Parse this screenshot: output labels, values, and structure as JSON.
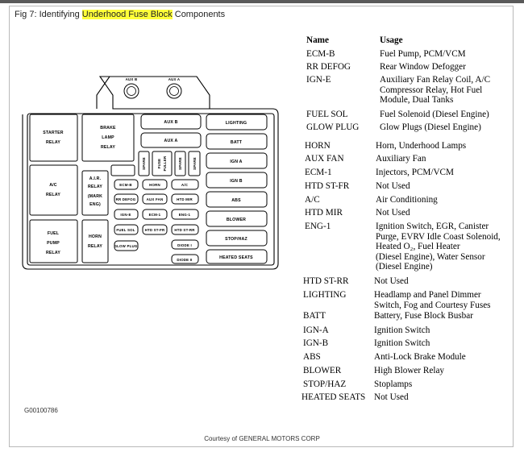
{
  "figure": {
    "title_before": "Fig 7: Identifying ",
    "title_highlight": "Underhood Fuse Block",
    "title_after": " Components",
    "highlight_color": "#ffff3a",
    "code": "G00100786",
    "courtesy": "Courtesy of GENERAL MOTORS CORP"
  },
  "diagram": {
    "aux_b_top": "AUX B",
    "aux_a_top": "AUX A",
    "starter_1": "STARTER",
    "starter_2": "RELAY",
    "brake_1": "BRAKE",
    "brake_2": "LAMP",
    "brake_3": "RELAY",
    "ac_1": "A/C",
    "ac_2": "RELAY",
    "air_1": "A.I.R.",
    "air_2": "RELAY",
    "air_3": "(MARK",
    "air_4": "ENG)",
    "fuel_1": "FUEL",
    "fuel_2": "PUMP",
    "fuel_3": "RELAY",
    "horn_1": "HORN",
    "horn_2": "RELAY",
    "aux_b": "AUX B",
    "aux_a": "AUX A",
    "spare_1": "SPARE",
    "puller_1": "FUSE",
    "puller_2": "PULLER",
    "spare_2": "SPARE",
    "spare_3": "SPARE",
    "lighting": "LIGHTING",
    "batt": "BATT",
    "ign_a": "IGN A",
    "ign_b": "IGN B",
    "abs": "ABS",
    "blower": "BLOWER",
    "stop_haz": "STOP/HAZ",
    "heated_seats": "HEATED SEATS",
    "ecm_b": "ECM-B",
    "horn": "HORN",
    "rr_defog": "RR DEFOG",
    "aux_fan": "AUX FAN",
    "htd_mir": "HTD MIR",
    "ign_e": "IGN-E",
    "ecm_1": "ECM-1",
    "eng_1": "ENG-1",
    "fuel_sol": "FUEL SOL",
    "htd_st_fr": "HTD ST-FR",
    "htd_st_rr": "HTD ST-RR",
    "ac": "A/C",
    "glow_plug": "GLOW PLUG",
    "diode_1": "DIODE I",
    "diode_2": "DIODE II"
  },
  "table": {
    "header_name": "Name",
    "header_usage": "Usage",
    "rows": [
      {
        "name": "ECM-B",
        "usage": "Fuel Pump, PCM/VCM"
      },
      {
        "name": "RR DEFOG",
        "usage": "Rear Window Defogger"
      },
      {
        "name": "IGN-E",
        "usage": "Auxiliary Fan Relay Coil, A/C\nCompressor Relay, Hot Fuel\nModule, Dual Tanks"
      },
      {
        "name": "FUEL SOL",
        "usage": "Fuel Solenoid (Diesel Engine)"
      },
      {
        "name": "GLOW PLUG",
        "usage": "Glow Plugs (Diesel Engine)"
      },
      {
        "name": "HORN",
        "usage": "Horn, Underhood Lamps"
      },
      {
        "name": "AUX FAN",
        "usage": "Auxiliary Fan"
      },
      {
        "name": "ECM-1",
        "usage": "Injectors, PCM/VCM"
      },
      {
        "name": "HTD ST-FR",
        "usage": "Not Used"
      },
      {
        "name": "A/C",
        "usage": "Air Conditioning"
      },
      {
        "name": "HTD MIR",
        "usage": "Not Used"
      },
      {
        "name": "ENG-1",
        "usage": "Ignition Switch, EGR, Canister\nPurge, EVRV Idle Coast Solenoid,\nHeated O₂, Fuel Heater\n(Diesel Engine), Water Sensor\n(Diesel Engine)"
      },
      {
        "name": "HTD ST-RR",
        "usage": "Not Used"
      },
      {
        "name": "LIGHTING",
        "usage": "Headlamp and Panel Dimmer\nSwitch, Fog and Courtesy Fuses"
      },
      {
        "name": "BATT",
        "usage": "Battery, Fuse Block Busbar"
      },
      {
        "name": "IGN-A",
        "usage": "Ignition Switch"
      },
      {
        "name": "IGN-B",
        "usage": "Ignition Switch"
      },
      {
        "name": "ABS",
        "usage": "Anti-Lock Brake Module"
      },
      {
        "name": "BLOWER",
        "usage": "High Blower Relay"
      },
      {
        "name": "STOP/HAZ",
        "usage": "Stoplamps"
      },
      {
        "name": "HEATED SEATS",
        "usage": "Not Used"
      }
    ]
  }
}
